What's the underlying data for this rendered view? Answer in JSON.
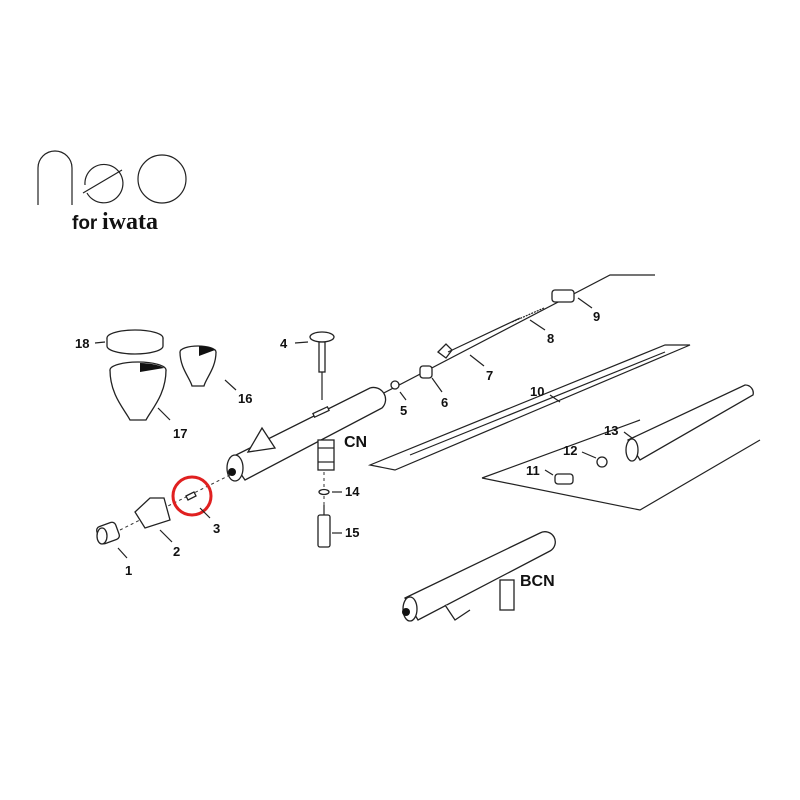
{
  "logo": {
    "brand": "neo",
    "sub_prefix": "for",
    "sub_brand": "iwata"
  },
  "parts": {
    "p1": "1",
    "p2": "2",
    "p3": "3",
    "p4": "4",
    "p5": "5",
    "p6": "6",
    "p7": "7",
    "p8": "8",
    "p9": "9",
    "p10": "10",
    "p11": "11",
    "p12": "12",
    "p13": "13",
    "p14": "14",
    "p15": "15",
    "p16": "16",
    "p17": "17",
    "p18": "18"
  },
  "models": {
    "cn": "CN",
    "bcn": "BCN"
  },
  "highlight": {
    "part": "3",
    "color": "#e02020"
  }
}
